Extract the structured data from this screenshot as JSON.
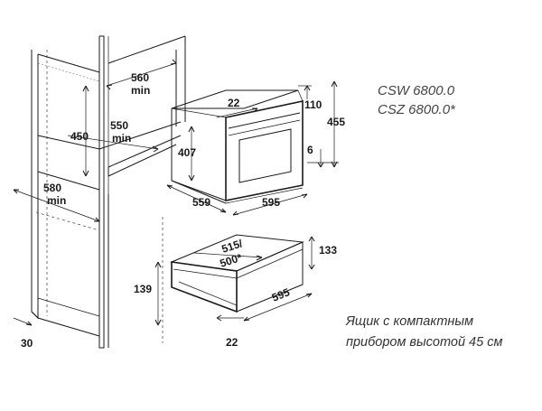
{
  "models": {
    "line1": "CSW 6800.0",
    "line2": "CSZ 6800.0*"
  },
  "caption": {
    "line1": "Ящик с компактным",
    "line2": "прибором высотой 45 см"
  },
  "dimensions": {
    "niche_width_top": "560",
    "niche_width_top_min": "min",
    "niche_height": "450",
    "niche_depth": "550",
    "niche_depth_min": "min",
    "cabinet_depth": "580",
    "cabinet_depth_min": "min",
    "panel_thickness": "30",
    "oven_top_depth": "22",
    "oven_top_gap": "110",
    "oven_height_total": "455",
    "oven_body_height": "407",
    "oven_bottom_gap": "6",
    "oven_depth": "559",
    "oven_width": "595",
    "drawer_depth": "515/",
    "drawer_depth_alt": "500*",
    "drawer_height": "133",
    "drawer_offset": "139",
    "drawer_width": "595",
    "drawer_front": "22"
  }
}
